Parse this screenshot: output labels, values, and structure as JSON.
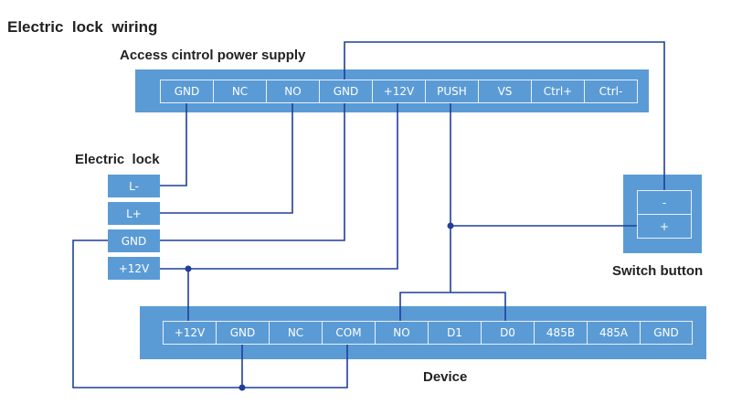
{
  "title": "Electric  lock  wiring",
  "power_supply": {
    "label": "Access cintrol power supply",
    "terminals": [
      "GND",
      "NC",
      "NO",
      "GND",
      "+12V",
      "PUSH",
      "VS",
      "Ctrl+",
      "Ctrl-"
    ]
  },
  "electric_lock": {
    "label": "Electric  lock",
    "terminals": [
      "L-",
      "L+",
      "GND",
      "+12V"
    ]
  },
  "switch_button": {
    "label": "Switch button",
    "terminals": [
      "-",
      "+"
    ]
  },
  "device": {
    "label": "Device",
    "terminals": [
      "+12V",
      "GND",
      "NC",
      "COM",
      "NO",
      "D1",
      "D0",
      "485B",
      "485A",
      "GND"
    ]
  },
  "colors": {
    "terminal_fill": "#5b9bd5",
    "wire": "#1f3f99"
  }
}
